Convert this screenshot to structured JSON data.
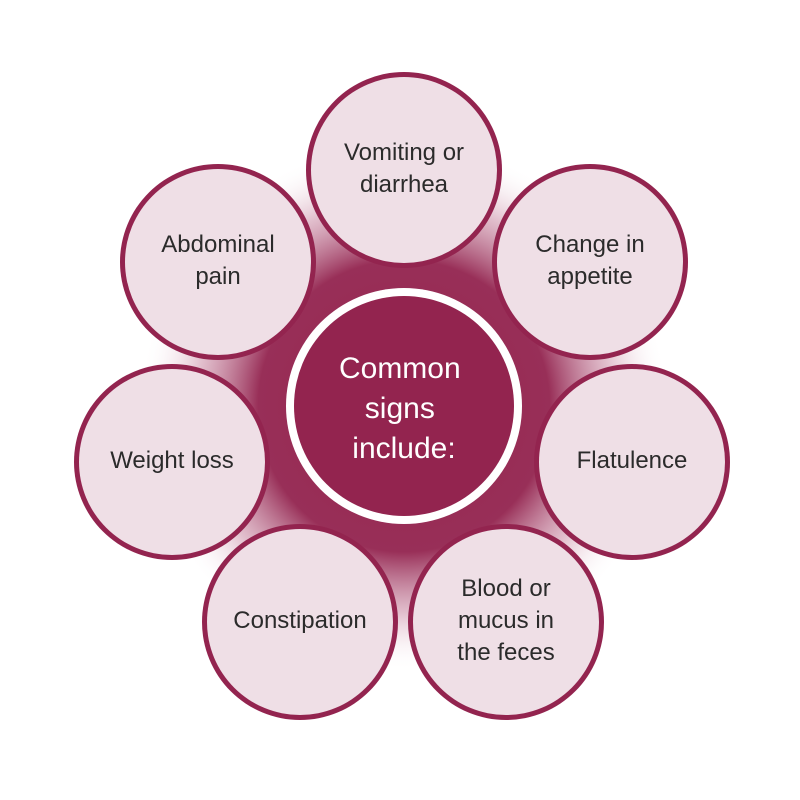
{
  "colors": {
    "accent": "#93244f",
    "petal_fill": "#efdfe6",
    "background": "#ffffff",
    "hub_text": "#ffffff",
    "petal_text": "#2b2b2b"
  },
  "center": {
    "lines": [
      "Common",
      "signs",
      "include:"
    ]
  },
  "petals": [
    {
      "id": "vomiting-or-diarrhea",
      "lines": [
        "Vomiting or",
        "diarrhea"
      ]
    },
    {
      "id": "change-in-appetite",
      "lines": [
        "Change in",
        "appetite"
      ]
    },
    {
      "id": "flatulence",
      "lines": [
        "Flatulence"
      ]
    },
    {
      "id": "blood-or-mucus-in-the-feces",
      "lines": [
        "Blood or",
        "mucus in",
        "the feces"
      ]
    },
    {
      "id": "constipation",
      "lines": [
        "Constipation"
      ]
    },
    {
      "id": "weight-loss",
      "lines": [
        "Weight loss"
      ]
    },
    {
      "id": "abdominal-pain",
      "lines": [
        "Abdominal",
        "pain"
      ]
    }
  ]
}
